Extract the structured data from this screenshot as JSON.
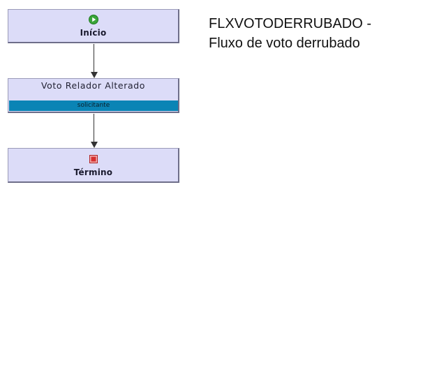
{
  "title": {
    "line1": "FLXVOTODERRUBADO -",
    "line2": "Fluxo de voto derrubado"
  },
  "nodes": {
    "start": {
      "label": "Início",
      "icon": "play-icon"
    },
    "task": {
      "label": "Voto Relador Alterado",
      "role": "solicitante"
    },
    "end": {
      "label": "Término",
      "icon": "stop-icon"
    }
  },
  "colors": {
    "node_fill": "#dcdcf8",
    "role_bar": "#0a84b5",
    "start_icon": "#3aa53a",
    "end_icon": "#d63030"
  }
}
